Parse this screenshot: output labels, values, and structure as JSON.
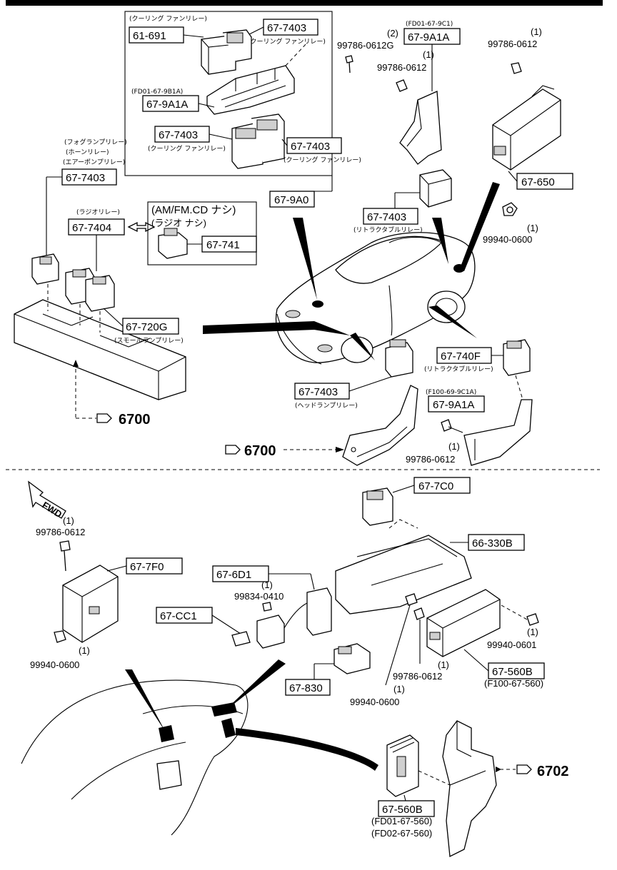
{
  "section_refs": {
    "upper_left": "6700",
    "upper_mid": "6700",
    "lower_right": "6702"
  },
  "fwd_label": "FWD",
  "upper_parts": {
    "p61_691": "61-691",
    "p67_7403_a": "67-7403",
    "p67_7403_a_note": "(クーリング ファンリレー)",
    "p61_691_note": "(クーリング ファンリレー)",
    "p67_9a1a_a_ref": "(FD01-67-9B1A)",
    "p67_9a1a_a": "67-9A1A",
    "p67_7403_b": "67-7403",
    "p67_7403_b_note": "(クーリング ファンリレー)",
    "p67_7403_c": "67-7403",
    "p67_7403_c_note": "(クーリング ファンリレー)",
    "p67_9a0": "67-9A0",
    "p67_7403_left_notes": [
      "(フォグランプリレー)",
      "(ホーンリレー)",
      "(エアーポンプリレー)"
    ],
    "p67_7403_left": "67-7403",
    "p67_7404_note": "(ラジオリレー)",
    "p67_7404": "67-7404",
    "am_fm_line1": "(AM/FM.CD ナシ)",
    "am_fm_line2": "(ラジオ ナシ)",
    "p67_741": "67-741",
    "p67_720g": "67-720G",
    "p67_720g_note": "(スモールランプリレー)",
    "p67_9a1a_top_ref": "(FD01-67-9C1)",
    "p67_9a1a_top": "67-9A1A",
    "bolt_top_qty": "(2)",
    "bolt_top": "99786-0612G",
    "bolt_b_qty": "(1)",
    "bolt_b": "99786-0612",
    "bolt_right_qty": "(1)",
    "bolt_right": "99786-0612",
    "p67_650": "67-650",
    "nut_right": "99940-0600",
    "nut_right_qty": "(1)",
    "p67_7403_d": "67-7403",
    "p67_7403_d_note": "(リトラクタブルリレー)",
    "p67_740f": "67-740F",
    "p67_740f_note": "(リトラクタブルリレー)",
    "p67_9a1a_c_ref": "(F100-69-9C1A)",
    "p67_9a1a_c": "67-9A1A",
    "p67_7403_e": "67-7403",
    "p67_7403_e_note": "(ヘッドランプリレー)",
    "bolt_c_qty": "(1)",
    "bolt_c": "99786-0612"
  },
  "lower_parts": {
    "p67_7c0": "67-7C0",
    "p66_330b": "66-330B",
    "p67_7f0": "67-7F0",
    "bolt_l_qty": "(1)",
    "bolt_l": "99786-0612",
    "nut_l": "99940-0600",
    "nut_l_qty": "(1)",
    "p67_6d1": "67-6D1",
    "screw_qty": "(1)",
    "screw": "99834-0410",
    "p67_cc1": "67-CC1",
    "p67_830": "67-830",
    "nut_m_qty": "(1)",
    "nut_m": "99940-0600",
    "bolt_m_qty": "(1)",
    "bolt_m": "99786-0612",
    "nut_r_qty": "(1)",
    "nut_r": "99940-0601",
    "p67_560b_a": "67-560B",
    "p67_560b_a_ref": "(F100-67-560)",
    "p67_560b_b": "67-560B",
    "p67_560b_b_ref1": "(FD01-67-560)",
    "p67_560b_b_ref2": "(FD02-67-560)"
  }
}
